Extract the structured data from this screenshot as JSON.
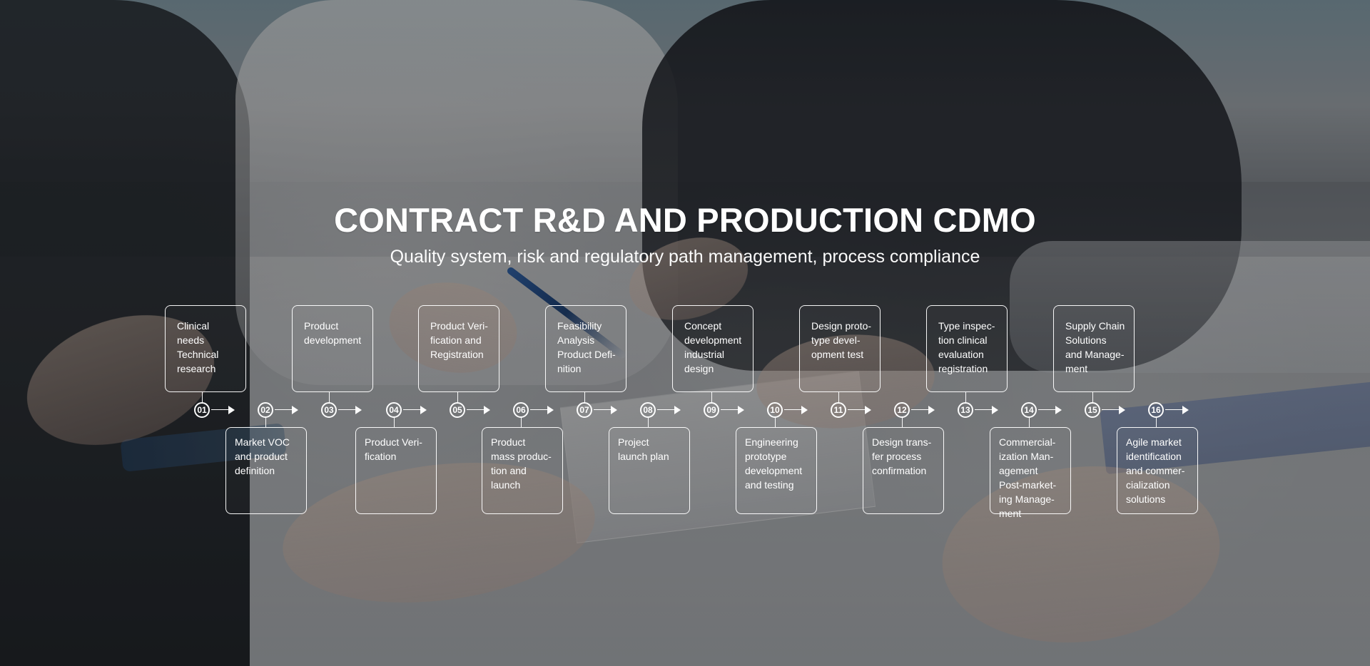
{
  "hero": {
    "title": "CONTRACT R&D AND PRODUCTION CDMO",
    "subtitle": "Quality system, risk and regulatory path management, process compliance"
  },
  "timeline": {
    "steps": [
      {
        "number": "01",
        "label": "Clinical\nneeds\nTechnical\nresearch"
      },
      {
        "number": "02",
        "label": "Market VOC\nand product\ndefinition"
      },
      {
        "number": "03",
        "label": "Product\ndevelopment"
      },
      {
        "number": "04",
        "label": "Product Veri-\nfication"
      },
      {
        "number": "05",
        "label": "Product Veri-\nfication and\nRegistration"
      },
      {
        "number": "06",
        "label": "Product\nmass produc-\ntion and\nlaunch"
      },
      {
        "number": "07",
        "label": "Feasibility\nAnalysis\nProduct Defi-\nnition"
      },
      {
        "number": "08",
        "label": "Project\nlaunch plan"
      },
      {
        "number": "09",
        "label": "Concept\ndevelopment\nindustrial\ndesign"
      },
      {
        "number": "10",
        "label": "Engineering\nprototype\ndevelopment\nand testing"
      },
      {
        "number": "11",
        "label": "Design proto-\ntype devel-\nopment test"
      },
      {
        "number": "12",
        "label": "Design trans-\nfer process\nconfirmation"
      },
      {
        "number": "13",
        "label": "Type inspec-\ntion clinical\nevaluation\nregistration"
      },
      {
        "number": "14",
        "label": "Commercial-\nization Man-\nagement\nPost-market-\ning Manage-\nment"
      },
      {
        "number": "15",
        "label": "Supply Chain\nSolutions\nand Manage-\nment"
      },
      {
        "number": "16",
        "label": "Agile market\nidentification\nand commer-\ncialization\nsolutions"
      }
    ]
  }
}
